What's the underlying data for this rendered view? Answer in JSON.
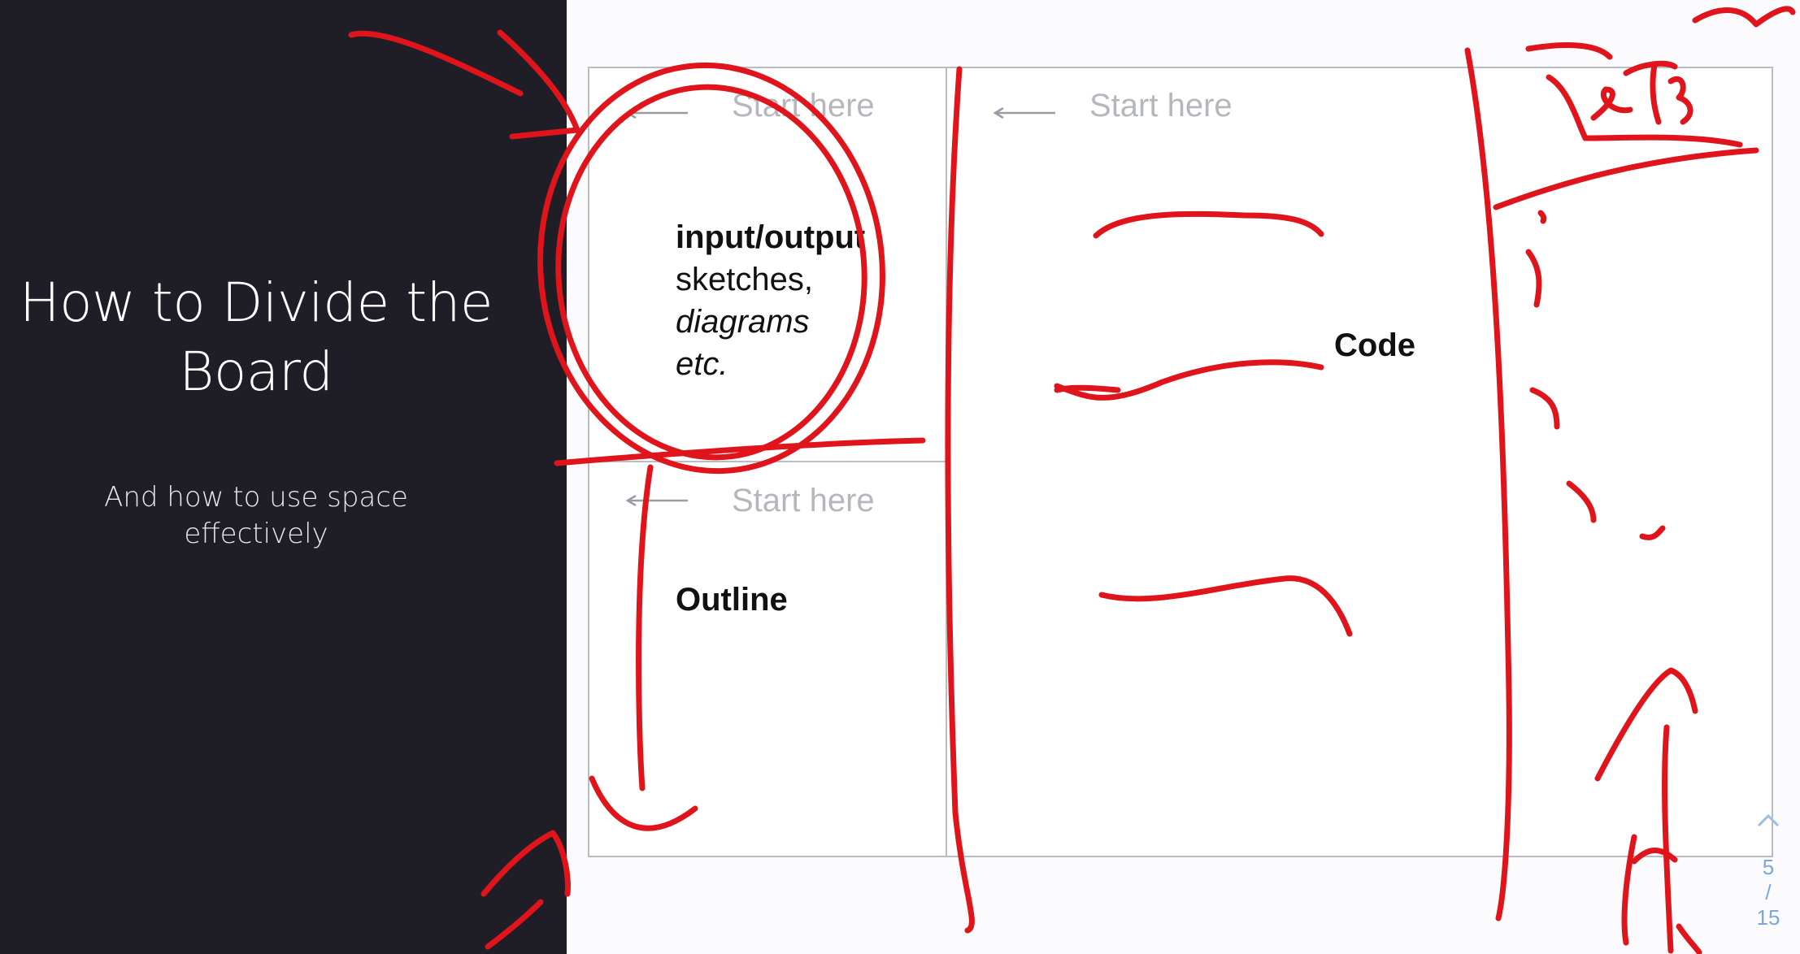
{
  "slide": {
    "title_line1": "How to Divide the",
    "title_line2": "Board",
    "subtitle_line1": "And how to use space",
    "subtitle_line2": "effectively"
  },
  "board": {
    "start_here_1": "Start here",
    "start_here_2": "Start here",
    "start_here_3": "Start here",
    "io_label": "input/output",
    "io_line2": "sketches,",
    "io_line3": "diagrams",
    "io_line4": "etc.",
    "outline_label": "Outline",
    "code_label": "Code"
  },
  "nav": {
    "current": "5",
    "separator": "/",
    "total": "15",
    "up_icon": "chevron-up-icon"
  },
  "colors": {
    "left_panel": "#1f1d26",
    "ink": "#e0141b",
    "nav": "#7fa6d6"
  }
}
